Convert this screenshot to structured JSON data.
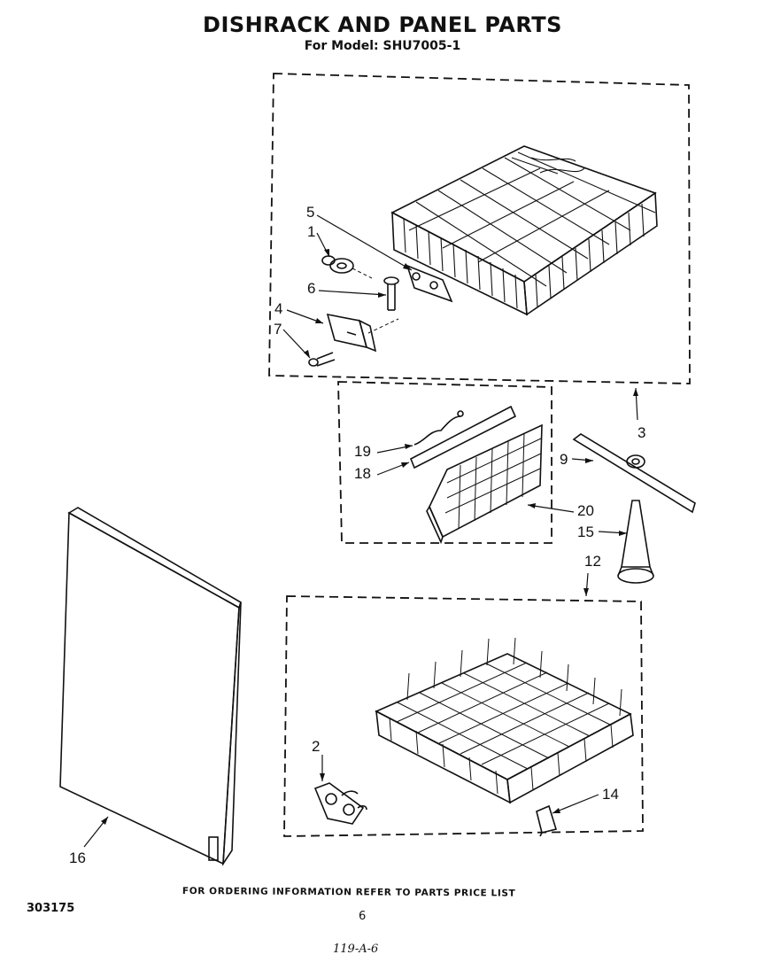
{
  "header": {
    "title": "DISHRACK AND PANEL PARTS",
    "subtitle": "For Model: SHU7005-1"
  },
  "callouts": {
    "c1": "1",
    "c2": "2",
    "c3": "3",
    "c4": "4",
    "c5": "5",
    "c6": "6",
    "c7": "7",
    "c9": "9",
    "c12": "12",
    "c14": "14",
    "c15": "15",
    "c16": "16",
    "c18": "18",
    "c19": "19",
    "c20": "20"
  },
  "footer": {
    "ordering_note": "FOR ORDERING INFORMATION REFER TO PARTS PRICE LIST",
    "doc_number": "303175",
    "page_number": "6",
    "handwritten_note": "119-A-6"
  }
}
